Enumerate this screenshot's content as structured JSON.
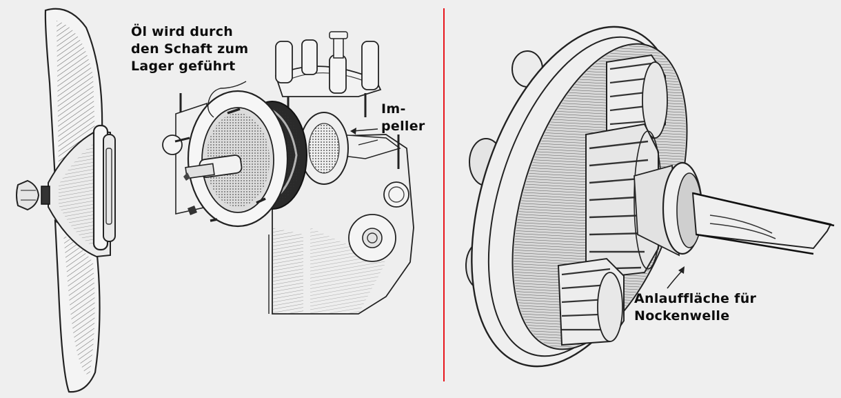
{
  "figure": {
    "background_color": "#efefef",
    "ink_color": "#1a1a1a",
    "divider_color": "#e8141b",
    "left_panel": {
      "items": [
        {
          "name": "fan-propeller",
          "description": "propeller blade with hub and cap nut"
        },
        {
          "name": "oil-pump-assembly",
          "description": "engine front with pump housing and impeller"
        }
      ],
      "labels": {
        "oil_feed": "Öl wird durch\nden Schaft zum\nLager geführt",
        "oil_feed_lines": [
          "Öl wird durch",
          "den Schaft zum",
          "Lager geführt"
        ],
        "impeller": "Im-\npeller",
        "impeller_lines": [
          "Im-",
          "peller"
        ]
      }
    },
    "right_panel": {
      "items": [
        {
          "name": "timing-gear-assembly",
          "description": "flywheel disc with gears and camshaft"
        }
      ],
      "labels": {
        "thrust_face": "Anlauffläche für\nNockenwelle",
        "thrust_face_lines": [
          "Anlauffläche für",
          "Nockenwelle"
        ]
      }
    }
  }
}
